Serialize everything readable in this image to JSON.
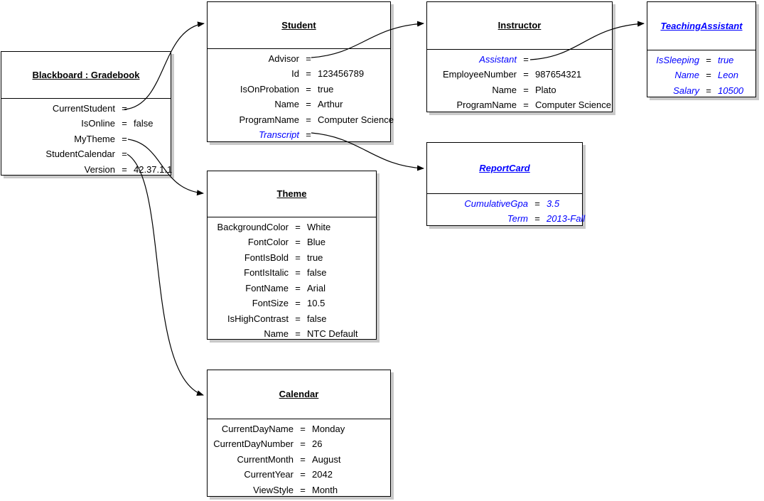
{
  "diagram": {
    "equals_sign": "=",
    "colors": {
      "reference_blue": "#0000ff",
      "text": "#000000",
      "border": "#000000",
      "shadow": "#c9c9c9",
      "background": "#ffffff"
    },
    "boxes": [
      {
        "id": "gradebook",
        "title": "Blackboard : Gradebook",
        "title_blue": false,
        "rows": [
          {
            "label": "CurrentStudent",
            "value": "",
            "blue": false,
            "ref": true
          },
          {
            "label": "IsOnline",
            "value": "false",
            "blue": false
          },
          {
            "label": "MyTheme",
            "value": "",
            "blue": false,
            "ref": true
          },
          {
            "label": "StudentCalendar",
            "value": "",
            "blue": false,
            "ref": true
          },
          {
            "label": "Version",
            "value": "42.37.1.1",
            "blue": false
          }
        ]
      },
      {
        "id": "student",
        "title": "Student",
        "title_blue": false,
        "rows": [
          {
            "label": "Advisor",
            "value": "",
            "blue": false,
            "ref": true
          },
          {
            "label": "Id",
            "value": "123456789",
            "blue": false
          },
          {
            "label": "IsOnProbation",
            "value": "true",
            "blue": false
          },
          {
            "label": "Name",
            "value": "Arthur",
            "blue": false
          },
          {
            "label": "ProgramName",
            "value": "Computer Science",
            "blue": false
          },
          {
            "label": "Transcript",
            "value": "",
            "blue": true,
            "ref": true
          }
        ]
      },
      {
        "id": "instructor",
        "title": "Instructor",
        "title_blue": false,
        "rows": [
          {
            "label": "Assistant",
            "value": "",
            "blue": true,
            "ref": true
          },
          {
            "label": "EmployeeNumber",
            "value": "987654321",
            "blue": false
          },
          {
            "label": "Name",
            "value": "Plato",
            "blue": false
          },
          {
            "label": "ProgramName",
            "value": "Computer Science",
            "blue": false
          }
        ]
      },
      {
        "id": "teachingAssistant",
        "title": "TeachingAssistant",
        "title_blue": true,
        "rows": [
          {
            "label": "IsSleeping",
            "value": "true",
            "blue": true
          },
          {
            "label": "Name",
            "value": "Leon",
            "blue": true
          },
          {
            "label": "Salary",
            "value": "10500",
            "blue": true
          }
        ]
      },
      {
        "id": "reportCard",
        "title": "ReportCard",
        "title_blue": true,
        "rows": [
          {
            "label": "CumulativeGpa",
            "value": "3.5",
            "blue": true
          },
          {
            "label": "Term",
            "value": "2013-Fall",
            "blue": true
          }
        ]
      },
      {
        "id": "theme",
        "title": "Theme",
        "title_blue": false,
        "rows": [
          {
            "label": "BackgroundColor",
            "value": "White",
            "blue": false
          },
          {
            "label": "FontColor",
            "value": "Blue",
            "blue": false
          },
          {
            "label": "FontIsBold",
            "value": "true",
            "blue": false
          },
          {
            "label": "FontIsItalic",
            "value": "false",
            "blue": false
          },
          {
            "label": "FontName",
            "value": "Arial",
            "blue": false
          },
          {
            "label": "FontSize",
            "value": "10.5",
            "blue": false
          },
          {
            "label": "IsHighContrast",
            "value": "false",
            "blue": false
          },
          {
            "label": "Name",
            "value": "NTC Default",
            "blue": false
          }
        ]
      },
      {
        "id": "calendar",
        "title": "Calendar",
        "title_blue": false,
        "rows": [
          {
            "label": "CurrentDayName",
            "value": "Monday",
            "blue": false
          },
          {
            "label": "CurrentDayNumber",
            "value": "26",
            "blue": false
          },
          {
            "label": "CurrentMonth",
            "value": "August",
            "blue": false
          },
          {
            "label": "CurrentYear",
            "value": "2042",
            "blue": false
          },
          {
            "label": "ViewStyle",
            "value": "Month",
            "blue": false
          }
        ]
      }
    ],
    "connections": [
      {
        "from": "gradebook",
        "property": "CurrentStudent",
        "to": "student"
      },
      {
        "from": "student",
        "property": "Advisor",
        "to": "instructor"
      },
      {
        "from": "instructor",
        "property": "Assistant",
        "to": "teachingAssistant"
      },
      {
        "from": "student",
        "property": "Transcript",
        "to": "reportCard"
      },
      {
        "from": "gradebook",
        "property": "MyTheme",
        "to": "theme"
      },
      {
        "from": "gradebook",
        "property": "StudentCalendar",
        "to": "calendar"
      }
    ]
  }
}
